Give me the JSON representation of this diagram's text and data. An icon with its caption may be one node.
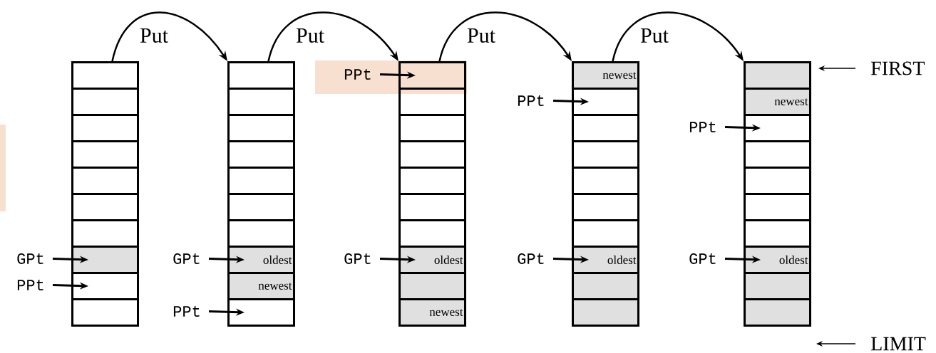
{
  "diagram": {
    "nodes": [
      {
        "text": [],
        "shape": "box"
      },
      {
        "text": [],
        "shape": "box"
      },
      {
        "text": [],
        "shape": "box"
      },
      {
        "text": [],
        "shape": "box"
      },
      {
        "text": [],
        "shape": "box"
      },
      {
        "text": [],
        "shape": "box"
      },
      {
        "text": [],
        "shape": "box"
      },
      {
        "text": [],
        "shape": "box"
      },
      {
        "text": [],
        "shape": "box"
      },
      {
        "text": [],
        "shape": "box"
      },
      {
        "text": [],
        "shape": "box"
      },
      {
        "text": [],
        "shape": "box"
      },
      {
        "text": [],
        "shape": "box"
      },
      {
        "text": [],
        "shape": "box"
      },
      {
        "text": [],
        "shape": "box"
      },
      {
        "text": [],
        "shape": "box"
      },
      {
        "text": [],
        "shape": "box"
      },
      {
        "text": [
          "oldest"
        ]
      },
      {
        "text": [
          "newest"
        ]
      },
      {
        "text": [],
        "shape": "box"
      },
      {
        "text": [],
        "shape": "box"
      },
      {
        "text": [],
        "shape": "box"
      },
      {
        "text": [],
        "shape": "box"
      },
      {
        "text": [],
        "shape": "box"
      },
      {
        "text": [],
        "shape": "box"
      },
      {
        "text": [],
        "shape": "box"
      },
      {
        "text": [],
        "shape": "box"
      },
      {
        "text": [
          "oldest"
        ]
      },
      {
        "text": [],
        "shape": "box"
      },
      {
        "text": [
          "newest"
        ]
      },
      {
        "text": [
          "newest"
        ]
      },
      {
        "text": [],
        "shape": "box"
      },
      {
        "text": [],
        "shape": "box"
      },
      {
        "text": [],
        "shape": "box"
      },
      {
        "text": [],
        "shape": "box"
      },
      {
        "text": [],
        "shape": "box"
      },
      {
        "text": [],
        "shape": "box"
      },
      {
        "text": [
          "oldest"
        ]
      },
      {
        "text": [],
        "shape": "box"
      },
      {
        "text": [],
        "shape": "box"
      },
      {
        "text": [],
        "shape": "box"
      },
      {
        "text": [
          "newest"
        ]
      },
      {
        "text": [],
        "shape": "box"
      },
      {
        "text": [],
        "shape": "box"
      },
      {
        "text": [],
        "shape": "box"
      },
      {
        "text": [],
        "shape": "box"
      },
      {
        "text": [],
        "shape": "box"
      },
      {
        "text": [
          "oldest"
        ]
      },
      {
        "text": [],
        "shape": "box"
      },
      {
        "text": [],
        "shape": "box"
      },
      {
        "text": [
          "GPt"
        ]
      },
      {
        "text": [
          "PPt"
        ]
      },
      {
        "text": [
          "GPt"
        ]
      },
      {
        "text": [
          "PPt"
        ]
      },
      {
        "text": [
          "PPt"
        ]
      },
      {
        "text": [
          "GPt"
        ]
      },
      {
        "text": [
          "PPt"
        ]
      },
      {
        "text": [
          "GPt"
        ]
      },
      {
        "text": [
          "PPt"
        ]
      },
      {
        "text": [
          "GPt"
        ]
      },
      {
        "text": [
          "FIRST"
        ]
      },
      {
        "text": [
          "LIMIT"
        ]
      }
    ],
    "edges": [
      {
        "from": 0,
        "to": 10,
        "arrow": "to",
        "label": "Put"
      },
      {
        "from": 10,
        "to": 20,
        "arrow": "to",
        "label": "Put"
      },
      {
        "from": 20,
        "to": 30,
        "arrow": "to",
        "label": "Put"
      },
      {
        "from": 30,
        "to": 40,
        "arrow": "to",
        "label": "Put"
      },
      {
        "from": 50,
        "to": 7,
        "arrow": "to"
      },
      {
        "from": 51,
        "to": 8,
        "arrow": "to"
      },
      {
        "from": 52,
        "to": 17,
        "arrow": "to"
      },
      {
        "from": 53,
        "to": 19,
        "arrow": "to"
      },
      {
        "from": 54,
        "to": 20,
        "arrow": "to"
      },
      {
        "from": 55,
        "to": 27,
        "arrow": "to"
      },
      {
        "from": 56,
        "to": 31,
        "arrow": "to"
      },
      {
        "from": 57,
        "to": 37,
        "arrow": "to"
      },
      {
        "from": 58,
        "to": 42,
        "arrow": "to"
      },
      {
        "from": 59,
        "to": 47,
        "arrow": "to"
      },
      {
        "from": 60,
        "to": 40,
        "arrow": "to"
      },
      {
        "from": 61,
        "to": null,
        "arrow": "to"
      }
    ]
  }
}
